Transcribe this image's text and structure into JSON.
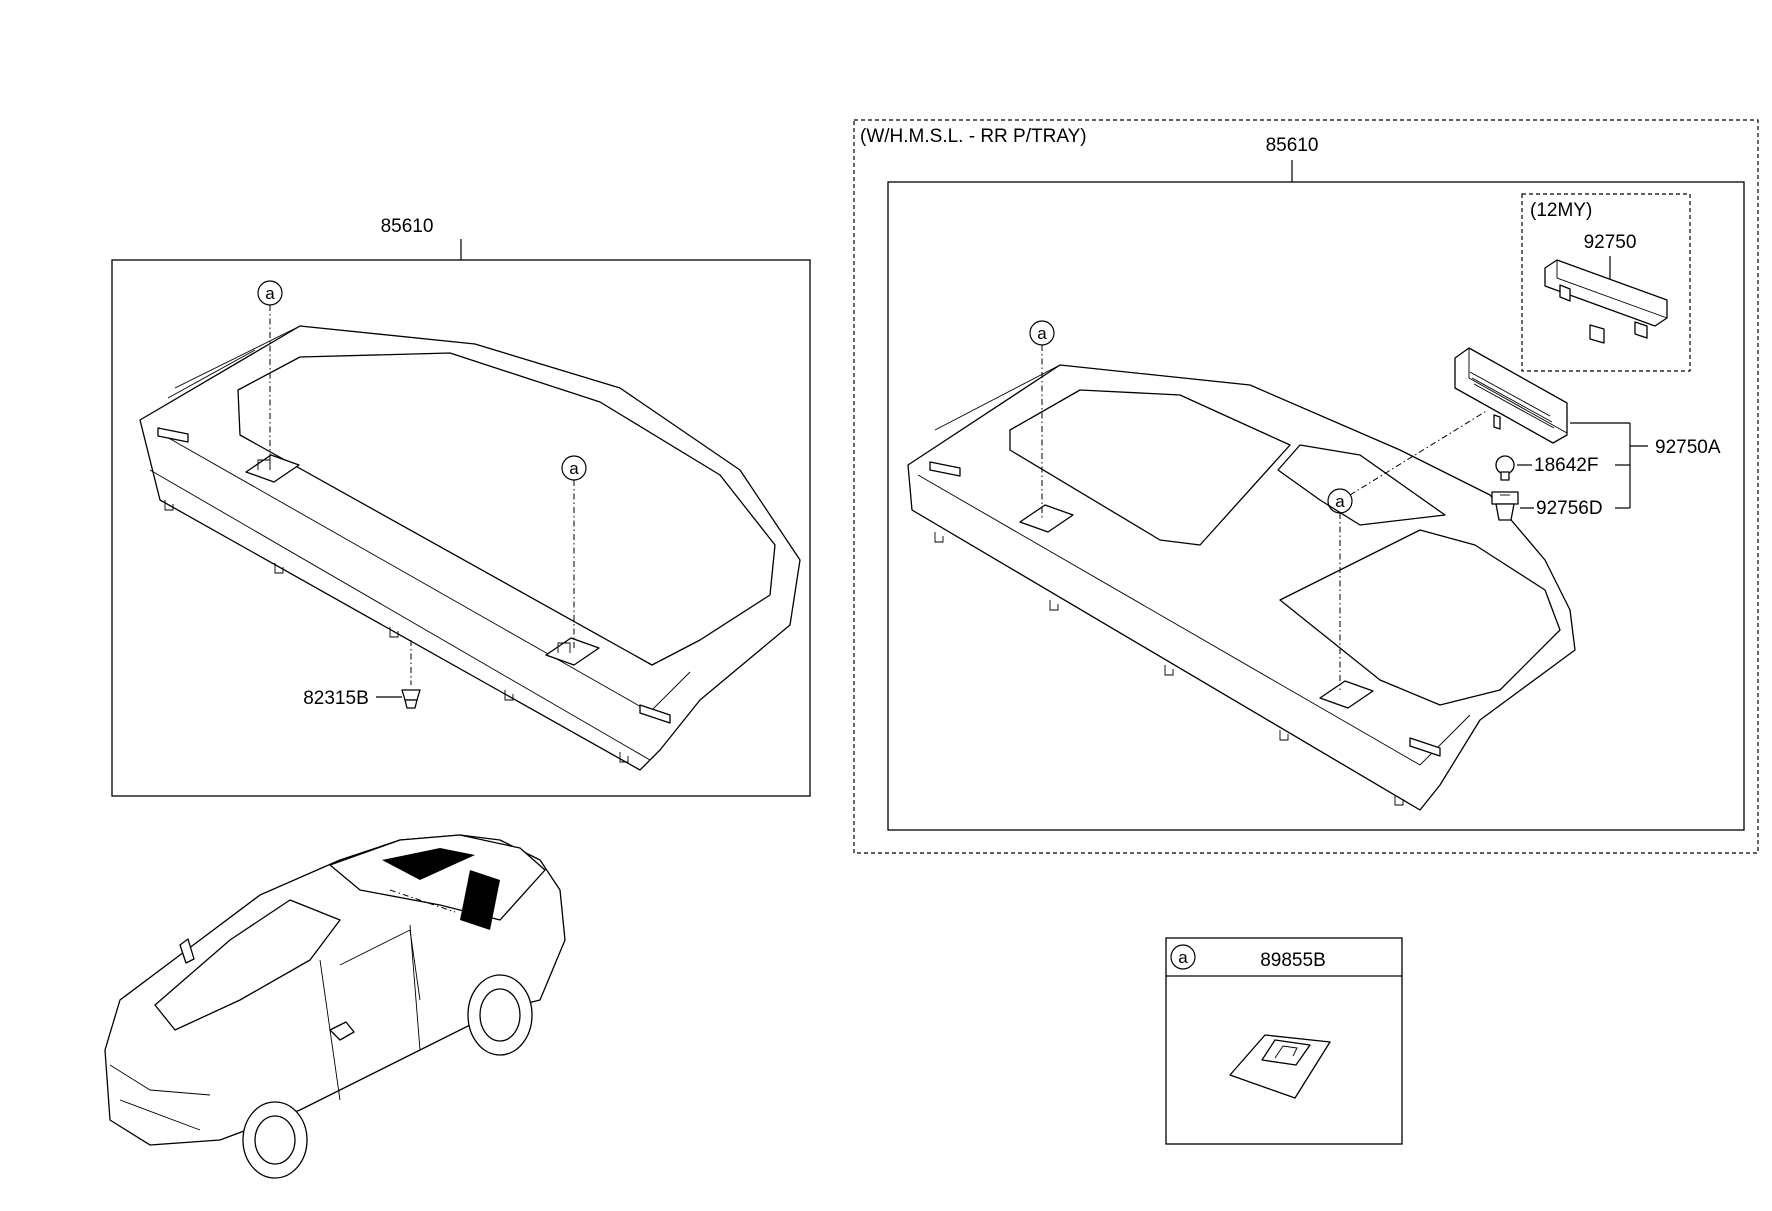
{
  "left_assembly": {
    "part_number": "85610",
    "fastener_part": "82315B",
    "ref_mark": "a"
  },
  "right_assembly": {
    "variant_note": "(W/H.M.S.L. - RR P/TRAY)",
    "part_number": "85610",
    "model_year_note": "(12MY)",
    "hmsl_part": "92750",
    "lamp_assy_part": "92750A",
    "bulb_part": "18642F",
    "socket_part": "92756D",
    "ref_mark": "a"
  },
  "detail_box": {
    "ref_mark": "a",
    "part_number": "89855B"
  }
}
